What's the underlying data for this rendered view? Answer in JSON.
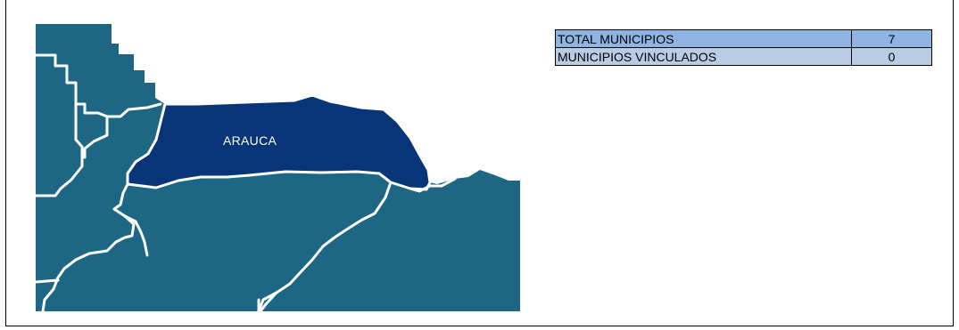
{
  "map": {
    "colors": {
      "base": "#1d6785",
      "highlight": "#073577",
      "border": "#ffffff"
    },
    "regions": [
      {
        "name": "ARAUCA",
        "highlighted": true
      }
    ]
  },
  "summary": {
    "rows": [
      {
        "label": "TOTAL MUNICIPIOS",
        "value": "7"
      },
      {
        "label": "MUNICIPIOS VINCULADOS",
        "value": "0"
      }
    ],
    "colors": {
      "row1": "#8eb4e3",
      "row2": "#b8cce4"
    }
  }
}
